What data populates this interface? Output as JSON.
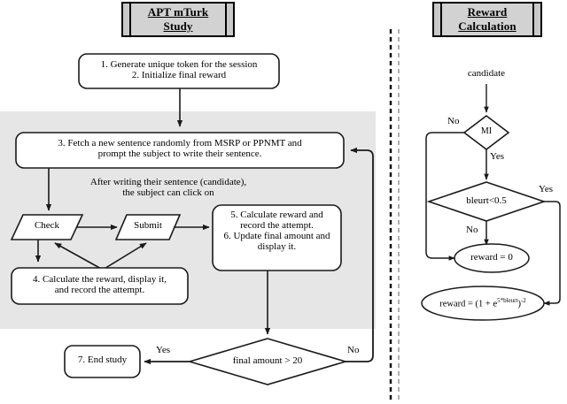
{
  "titles": {
    "left": {
      "line1": "APT mTurk",
      "line2": "Study"
    },
    "right": {
      "line1": "Reward",
      "line2": "Calculation"
    }
  },
  "left_flow": {
    "init_box": {
      "line1": "1. Generate unique token for the session",
      "line2": "2. Initialize final reward"
    },
    "fetch_box": {
      "line1": "3. Fetch a new sentence randomly from MSRP or PPNMT and",
      "line2": "prompt the subject to write their sentence."
    },
    "caption": {
      "line1": "After writing their sentence (candidate),",
      "line2": "the subject can click on"
    },
    "check_node": "Check",
    "submit_node": "Submit",
    "calc_box": {
      "line1": "5. Calculate reward and",
      "line2": "record the attempt.",
      "line3": "6. Update final amount and",
      "line4": "display it."
    },
    "step4_box": {
      "line1": "4. Calculate the reward, display it,",
      "line2": "and record the attempt."
    },
    "decision": "final amount > 20",
    "decision_yes": "Yes",
    "decision_no": "No",
    "end_box": "7. End study"
  },
  "right_flow": {
    "input_label": "candidate",
    "mi_decision": "MI",
    "mi_no": "No",
    "mi_yes": "Yes",
    "bleurt_decision": "bleurt<0.5",
    "bleurt_no": "No",
    "bleurt_yes": "Yes",
    "reward_zero": "reward = 0",
    "reward_formula_prefix": "reward = (1 + e",
    "reward_formula_exp": "5*bleurt",
    "reward_formula_mid": ")",
    "reward_formula_pow": "-2"
  },
  "colors": {
    "panel_gray": "#e6e6e6",
    "plaque_gray": "#c9c9c9",
    "stroke": "#1a1a1a",
    "divider": "#000000"
  }
}
